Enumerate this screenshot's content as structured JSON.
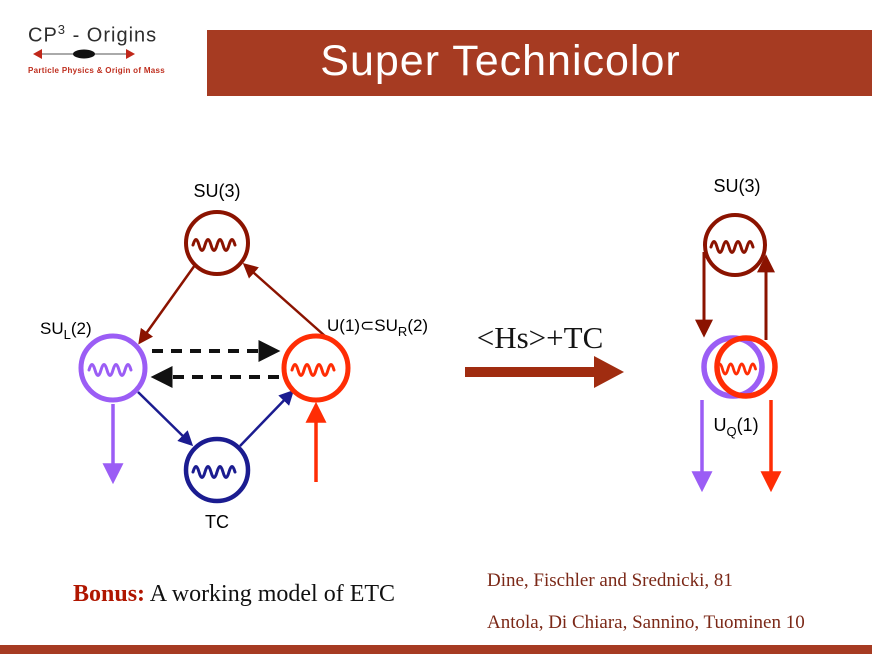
{
  "colors": {
    "banner_red": "#a63b22",
    "dark_maroon": "#8b1300",
    "orange_red": "#ff2d05",
    "purple": "#9b5df5",
    "navy_blue": "#1b1c90",
    "bonus_red": "#b01600",
    "citation_brown": "#7b2817"
  },
  "logo": {
    "name_base": "CP",
    "name_sup": "3",
    "name_rest": " - Origins",
    "tagline": "Particle Physics & Origin of Mass"
  },
  "header": {
    "title": "Super Technicolor"
  },
  "diagram": {
    "left": {
      "su3_label": "SU(3)",
      "su2l_pre": "SU",
      "su2l_sub": "L",
      "su2l_post": "(2)",
      "u1_pre": "U(1)⊂SU",
      "u1_sub": "R",
      "u1_post": "(2)",
      "tc_label": "TC"
    },
    "middle": {
      "transition_label": "<Hs>+TC"
    },
    "right": {
      "su3_label": "SU(3)",
      "uq1_pre": "U",
      "uq1_sub": "Q",
      "uq1_post": "(1)"
    }
  },
  "footer": {
    "bonus_label": "Bonus:",
    "bonus_text": " A working model of ETC",
    "citation_1": "Dine, Fischler and Srednicki, 81",
    "citation_2": "Antola, Di Chiara, Sannino, Tuominen 10"
  }
}
